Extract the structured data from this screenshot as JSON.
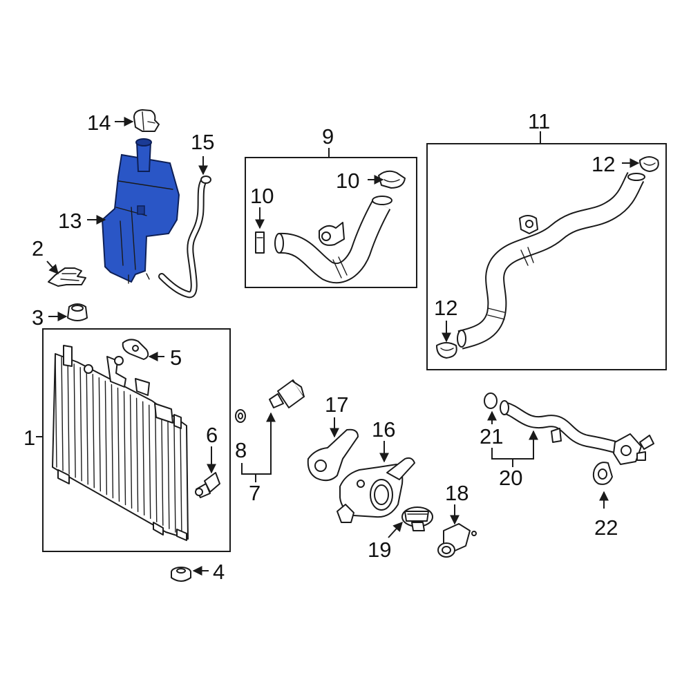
{
  "diagram": {
    "highlight_color": "#2a56c6",
    "callouts": {
      "c1": "1",
      "c2": "2",
      "c3": "3",
      "c4": "4",
      "c5": "5",
      "c6": "6",
      "c7": "7",
      "c8": "8",
      "c9": "9",
      "c10a": "10",
      "c10b": "10",
      "c11": "11",
      "c12a": "12",
      "c12b": "12",
      "c13": "13",
      "c14": "14",
      "c15": "15",
      "c16": "16",
      "c17": "17",
      "c18": "18",
      "c19": "19",
      "c20": "20",
      "c21": "21",
      "c22": "22"
    }
  }
}
